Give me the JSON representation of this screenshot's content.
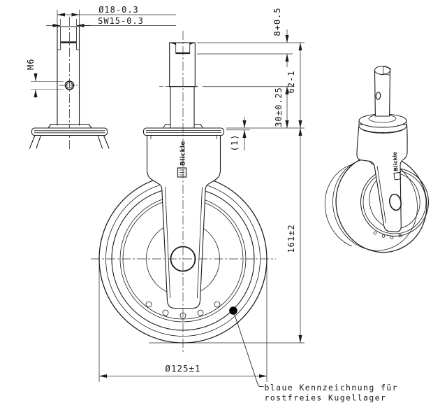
{
  "drawing": {
    "kind": "technical-drawing-caster",
    "labels": {
      "stem_diameter": "Ø18-0.3",
      "wrench_flat": "SW15-0.3",
      "thread": "M6",
      "slot_depth": "8+0.5",
      "stem_length": "62-1",
      "fit_depth": "30±0.25",
      "ref_gap": "(1)",
      "overall_height": "161±2",
      "wheel_diameter": "Ø125±1",
      "brand": "Blickle",
      "note_line1": "blaue Kennzeichnung für",
      "note_line2": "rostfreies Kugellager"
    },
    "colors": {
      "ink": "#1c1c1c",
      "background": "#ffffff",
      "marking_dot": "#000000"
    }
  }
}
